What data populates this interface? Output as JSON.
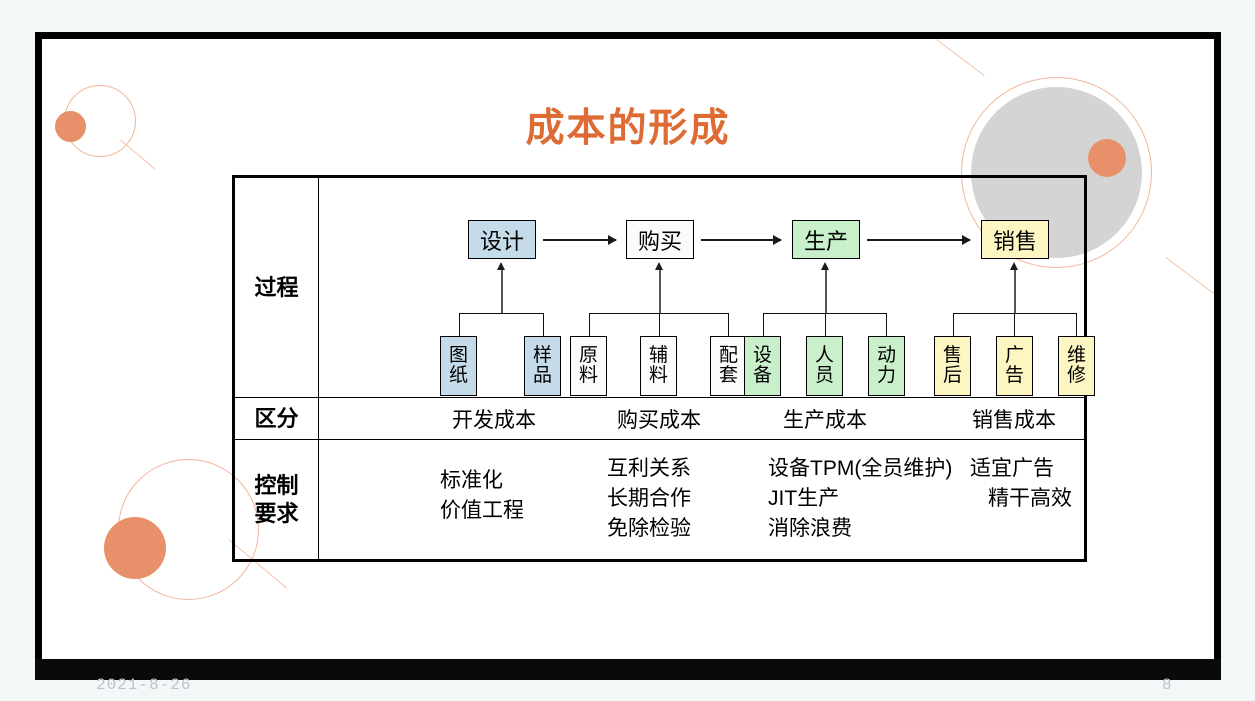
{
  "slide": {
    "title": "成本的形成",
    "title_color": "#dd6b33",
    "page_number": "8",
    "date": "2021-8-26"
  },
  "palette": {
    "accent_orange": "#e8906a",
    "ring_orange": "#f0b79b",
    "gray_disc": "#d4d4d4",
    "fill_blue": "#c6dbe9",
    "fill_white": "#fbfbfb",
    "fill_green": "#c9f0cb",
    "fill_yellow": "#fdf6c2"
  },
  "table": {
    "row_labels": {
      "process": "过程",
      "classification": "区分",
      "control_line1": "控制",
      "control_line2": "要求"
    },
    "stages": [
      {
        "label": "设计",
        "fill": "blue"
      },
      {
        "label": "购买",
        "fill": "white"
      },
      {
        "label": "生产",
        "fill": "green"
      },
      {
        "label": "销售",
        "fill": "yellow"
      }
    ],
    "children": {
      "design": [
        {
          "line1": "图",
          "line2": "纸",
          "fill": "blue"
        },
        {
          "line1": "样",
          "line2": "品",
          "fill": "blue"
        }
      ],
      "purchase": [
        {
          "line1": "原",
          "line2": "料",
          "fill": "white"
        },
        {
          "line1": "辅",
          "line2": "料",
          "fill": "white"
        },
        {
          "line1": "配",
          "line2": "套",
          "fill": "white"
        }
      ],
      "production": [
        {
          "line1": "设",
          "line2": "备",
          "fill": "green"
        },
        {
          "line1": "人",
          "line2": "员",
          "fill": "green"
        },
        {
          "line1": "动",
          "line2": "力",
          "fill": "green"
        }
      ],
      "sales": [
        {
          "line1": "售",
          "line2": "后",
          "fill": "yellow"
        },
        {
          "line1": "广",
          "line2": "告",
          "fill": "yellow"
        },
        {
          "line1": "维",
          "line2": "修",
          "fill": "yellow"
        }
      ]
    },
    "classification": [
      "开发成本",
      "购买成本",
      "生产成本",
      "销售成本"
    ],
    "control": {
      "design": [
        "标准化",
        "价值工程"
      ],
      "purchase": [
        "互利关系",
        "长期合作",
        "免除检验"
      ],
      "production": [
        "设备TPM(全员维护)",
        "JIT生产",
        "消除浪费"
      ],
      "sales": [
        "适宜广告",
        "精干高效"
      ]
    }
  }
}
